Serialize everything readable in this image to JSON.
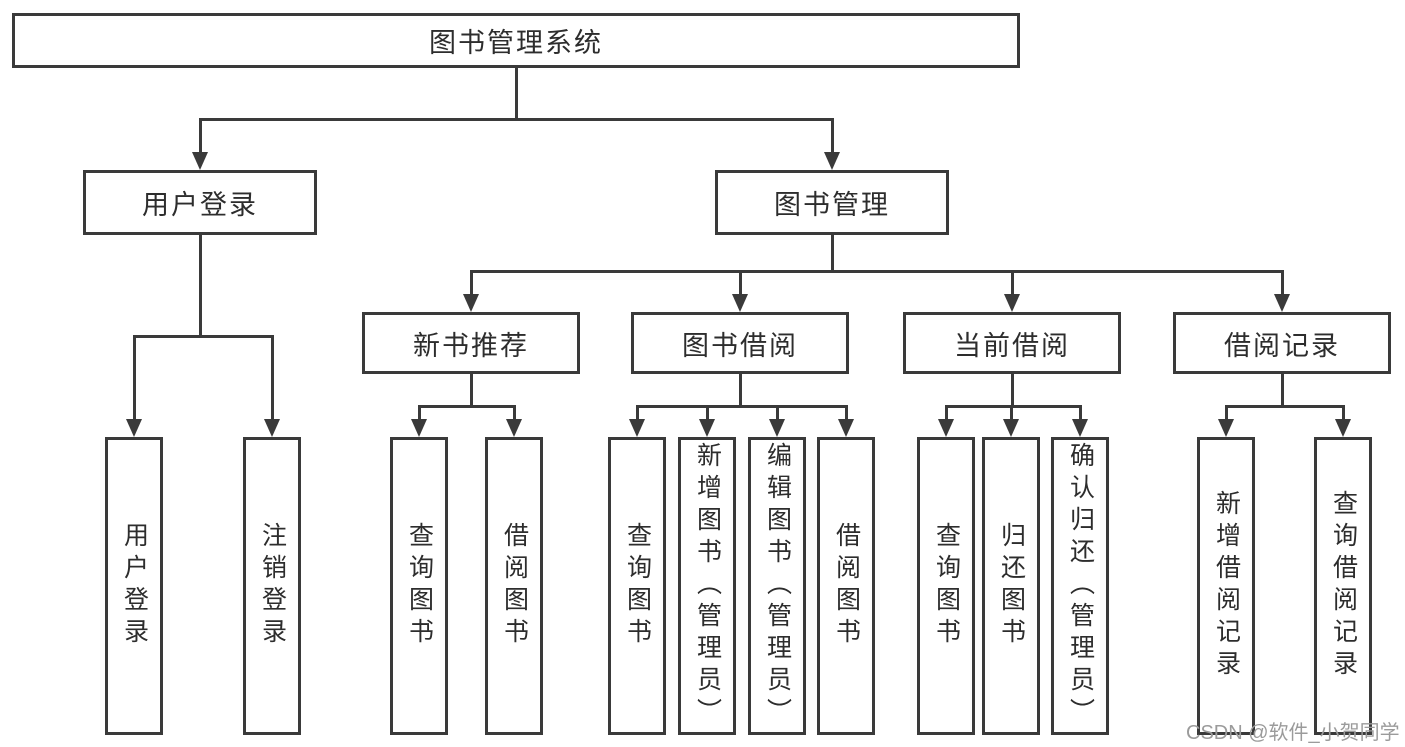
{
  "tree": {
    "label": "图书管理系统",
    "children": [
      {
        "label": "用户登录",
        "children": [
          {
            "label": "用户登录"
          },
          {
            "label": "注销登录"
          }
        ]
      },
      {
        "label": "图书管理",
        "children": [
          {
            "label": "新书推荐",
            "children": [
              {
                "label": "查询图书"
              },
              {
                "label": "借阅图书"
              }
            ]
          },
          {
            "label": "图书借阅",
            "children": [
              {
                "label": "查询图书"
              },
              {
                "label": "新增图书（管理员）"
              },
              {
                "label": "编辑图书（管理员）"
              },
              {
                "label": "借阅图书"
              }
            ]
          },
          {
            "label": "当前借阅",
            "children": [
              {
                "label": "查询图书"
              },
              {
                "label": "归还图书"
              },
              {
                "label": "确认归还（管理员）"
              }
            ]
          },
          {
            "label": "借阅记录",
            "children": [
              {
                "label": "新增借阅记录"
              },
              {
                "label": "查询借阅记录"
              }
            ]
          }
        ]
      }
    ]
  },
  "watermark": {
    "text": "CSDN @软件_小贺同学"
  },
  "colors": {
    "line": "#3a3a3a",
    "text": "#2d2d2d",
    "watermark": "#9b9b9b",
    "background": "#ffffff"
  }
}
